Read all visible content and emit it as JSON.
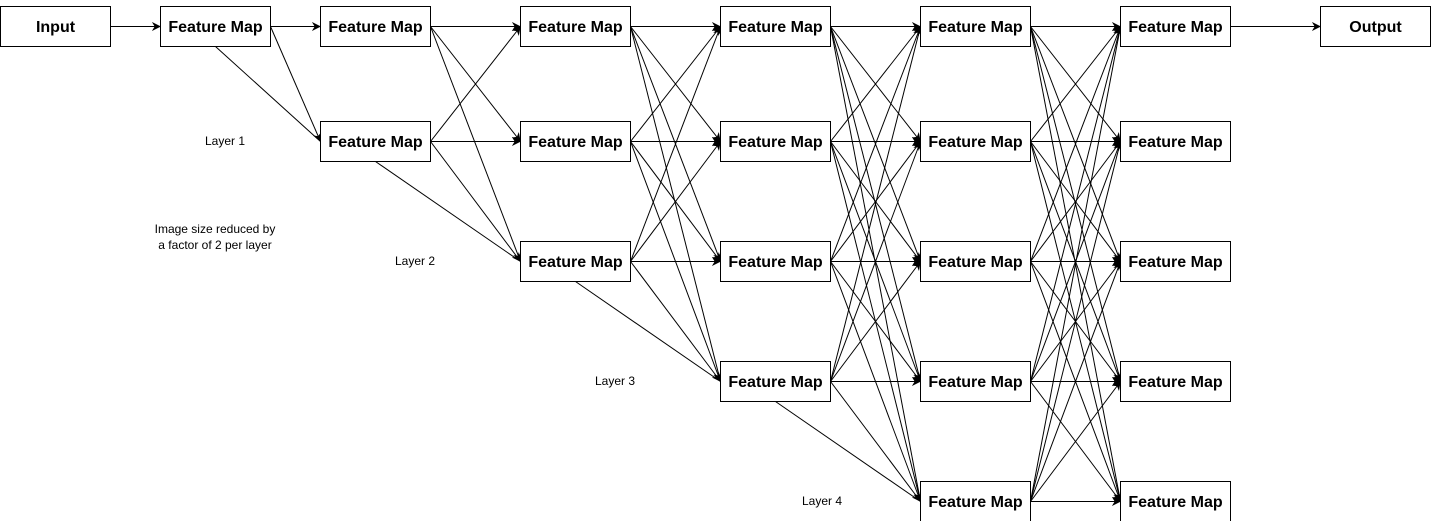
{
  "nodes": {
    "input": "Input",
    "output": "Output",
    "feature_map": "Feature Map"
  },
  "labels": {
    "layer1": "Layer 1",
    "layer2": "Layer 2",
    "layer3": "Layer 3",
    "layer4": "Layer 4",
    "note_line1": "Image size reduced by",
    "note_line2": "a factor of 2 per layer"
  },
  "colors": {
    "stroke": "#000000",
    "fill": "#ffffff"
  }
}
